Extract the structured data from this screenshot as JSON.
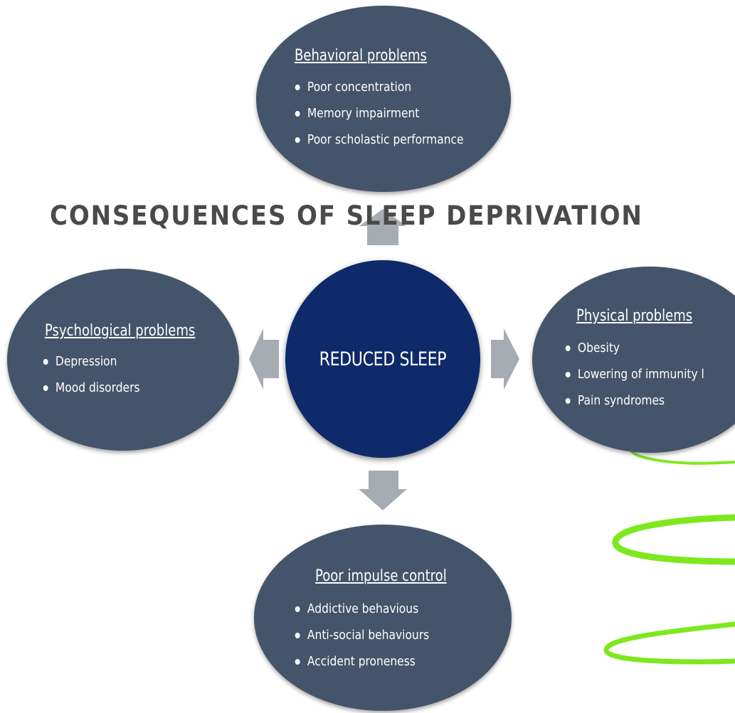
{
  "title": "CONSEQUENCES OF SLEEP DEPRIVATION",
  "center": {
    "label": "REDUCED SLEEP"
  },
  "nodes": {
    "behavioral": {
      "title": "Behavioral problems",
      "items": [
        "Poor concentration",
        "Memory impairment",
        "Poor scholastic performance"
      ]
    },
    "psychological": {
      "title": "Psychological problems",
      "items": [
        "Depression",
        "Mood disorders"
      ]
    },
    "physical": {
      "title": "Physical problems",
      "items": [
        "Obesity",
        "Lowering of immunity l",
        "Pain syndromes"
      ]
    },
    "impulse": {
      "title": "Poor impulse control",
      "items": [
        "Addictive behavious",
        "Anti-social behaviours",
        "Accident proneness"
      ]
    }
  },
  "colors": {
    "ellipse_fill": "#44546a",
    "center_fill": "#0e2a6a",
    "arrow_fill": "#a7acb3",
    "swirl": "#7ee81f",
    "heading_text": "#4a4a4a"
  }
}
